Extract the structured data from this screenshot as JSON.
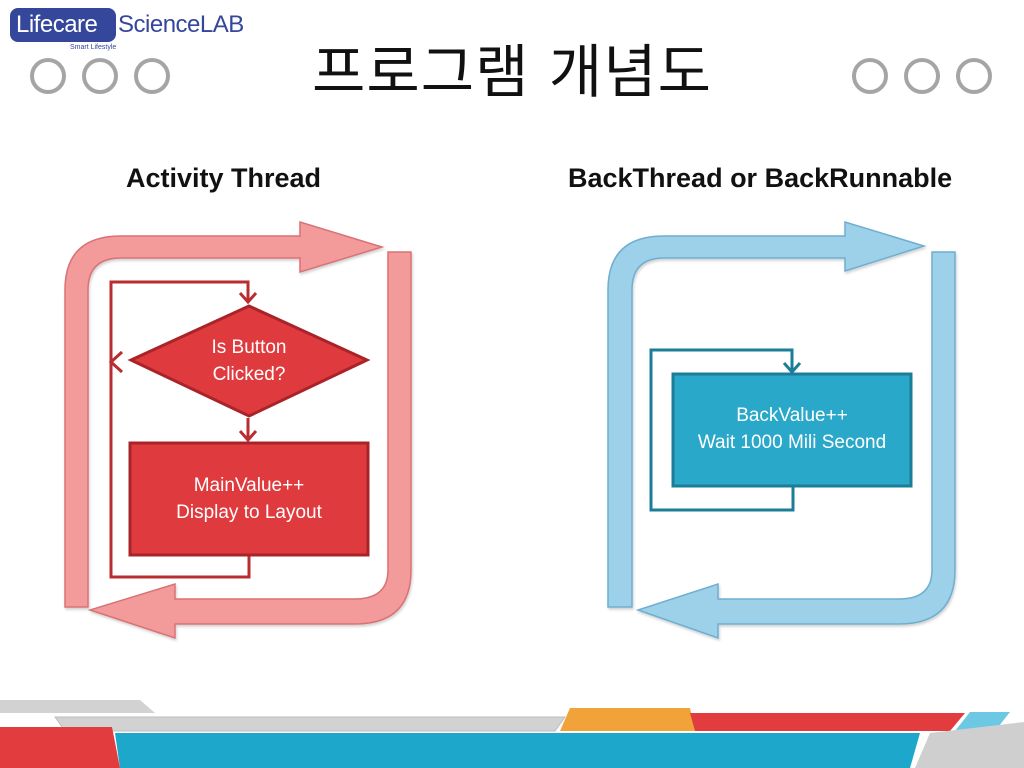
{
  "slide": {
    "title": "프로그램 개념도"
  },
  "logo": {
    "left_text": "Lifecare",
    "right_text": "ScienceLAB",
    "tagline": "Smart Lifestyle"
  },
  "diagrams": {
    "activity": {
      "heading": "Activity Thread",
      "decision": "Is Button\nClicked?",
      "process": "MainValue++\nDisplay to Layout"
    },
    "back": {
      "heading": "BackThread or BackRunnable",
      "process": "BackValue++\nWait 1000 Mili Second"
    }
  },
  "colors": {
    "logo_blue": "#34479a",
    "red_loop": "#f39a9b",
    "red_node": "#df3a3e",
    "blue_loop": "#9dd0e9",
    "blue_node": "#2aa8c9",
    "footer_blue": "#1da7cb",
    "footer_orange": "#f1a33a",
    "footer_red": "#e23c3f",
    "footer_gray": "#d0d0d0"
  }
}
